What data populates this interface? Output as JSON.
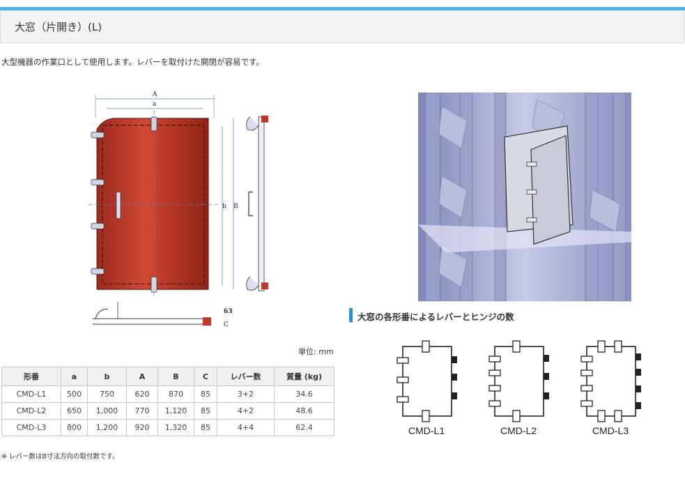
{
  "page": {
    "title": "大窓（片開き）(L)",
    "description": "大型機器の作業口として使用します。レバーを取付けた開閉が容易です。",
    "unit": "単位: mm",
    "note": "※ レバー数はB寸法方向の取付数です。"
  },
  "drawing": {
    "labels": {
      "A": "A",
      "a": "a",
      "B": "B",
      "b": "b",
      "C": "C",
      "dim63": "63"
    }
  },
  "subsection": {
    "title": "大窓の各形番によるレバーとヒンジの数"
  },
  "models": [
    "CMD-L1",
    "CMD-L2",
    "CMD-L3"
  ],
  "table": {
    "headers": [
      "形番",
      "a",
      "b",
      "A",
      "B",
      "C",
      "レバー数",
      "質量 (kg)"
    ],
    "rows": [
      [
        "CMD-L1",
        "500",
        "750",
        "620",
        "870",
        "85",
        "3+2",
        "34.6"
      ],
      [
        "CMD-L2",
        "650",
        "1,000",
        "770",
        "1,120",
        "85",
        "4+2",
        "48.6"
      ],
      [
        "CMD-L3",
        "800",
        "1,200",
        "920",
        "1,320",
        "85",
        "4+4",
        "62.4"
      ]
    ]
  },
  "colors": {
    "accent": "#4db3e6",
    "door": "#c0392b",
    "subhead": "#2b8fd6"
  }
}
